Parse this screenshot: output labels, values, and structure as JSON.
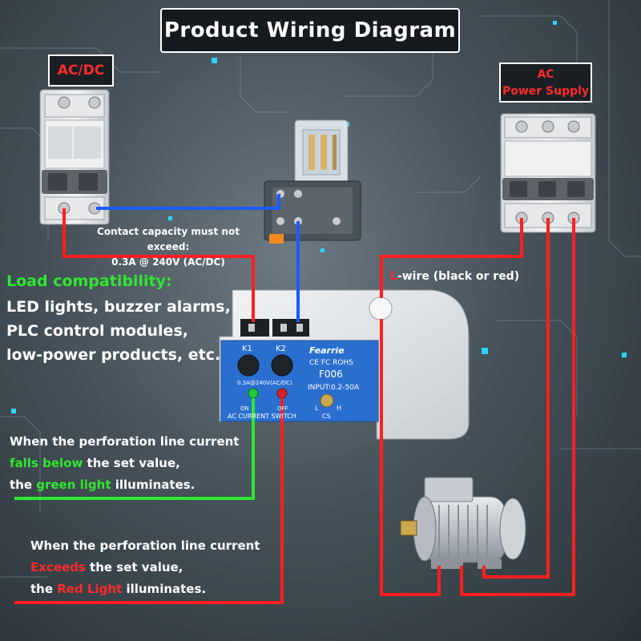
{
  "title": "Product Wiring Diagram",
  "breaker_left_label": "AC/DC",
  "breaker_right_label_line1": "AC",
  "breaker_right_label_line2": "Power Supply",
  "contact_line1": "Contact capacity must not exceed:",
  "contact_line2": "0.3A @ 240V (AC/DC)",
  "load": {
    "title": "Load compatibility:",
    "items": [
      "LED lights, buzzer alarms,",
      "PLC control modules,",
      "low-power products, etc."
    ]
  },
  "lwire_prefix": "L",
  "lwire_rest": "-wire (black or red)",
  "device": {
    "brand": "Fearrie",
    "certs": "CE FC ROHS",
    "model": "F006",
    "input": "INPUT:0.2-50A",
    "k1": "K1",
    "k2": "K2",
    "rating": "0.3A@240V(AC/DC)",
    "on": "ON",
    "off": "OFF",
    "switch_label": "AC CURRENT SWITCH",
    "l": "L",
    "h": "H",
    "cs": "CS"
  },
  "green_note": {
    "line1": "When the perforation line current",
    "line2_highlight": "falls below",
    "line2_rest": " the set value,",
    "line3_pre": "the ",
    "line3_highlight": "green light",
    "line3_rest": " illuminates."
  },
  "red_note": {
    "line1": "When the perforation line current",
    "line2_highlight": "Exceeds",
    "line2_rest": " the set value,",
    "line3_pre": "the ",
    "line3_highlight": "Red Light",
    "line3_rest": " illuminates."
  },
  "colors": {
    "wire_red": "#ff1f1f",
    "wire_blue": "#1a5cff",
    "wire_green": "#2fe82f",
    "device_blue": "#2a6fd0",
    "text_red": "#ff2a2a",
    "text_green": "#2fe82f"
  }
}
